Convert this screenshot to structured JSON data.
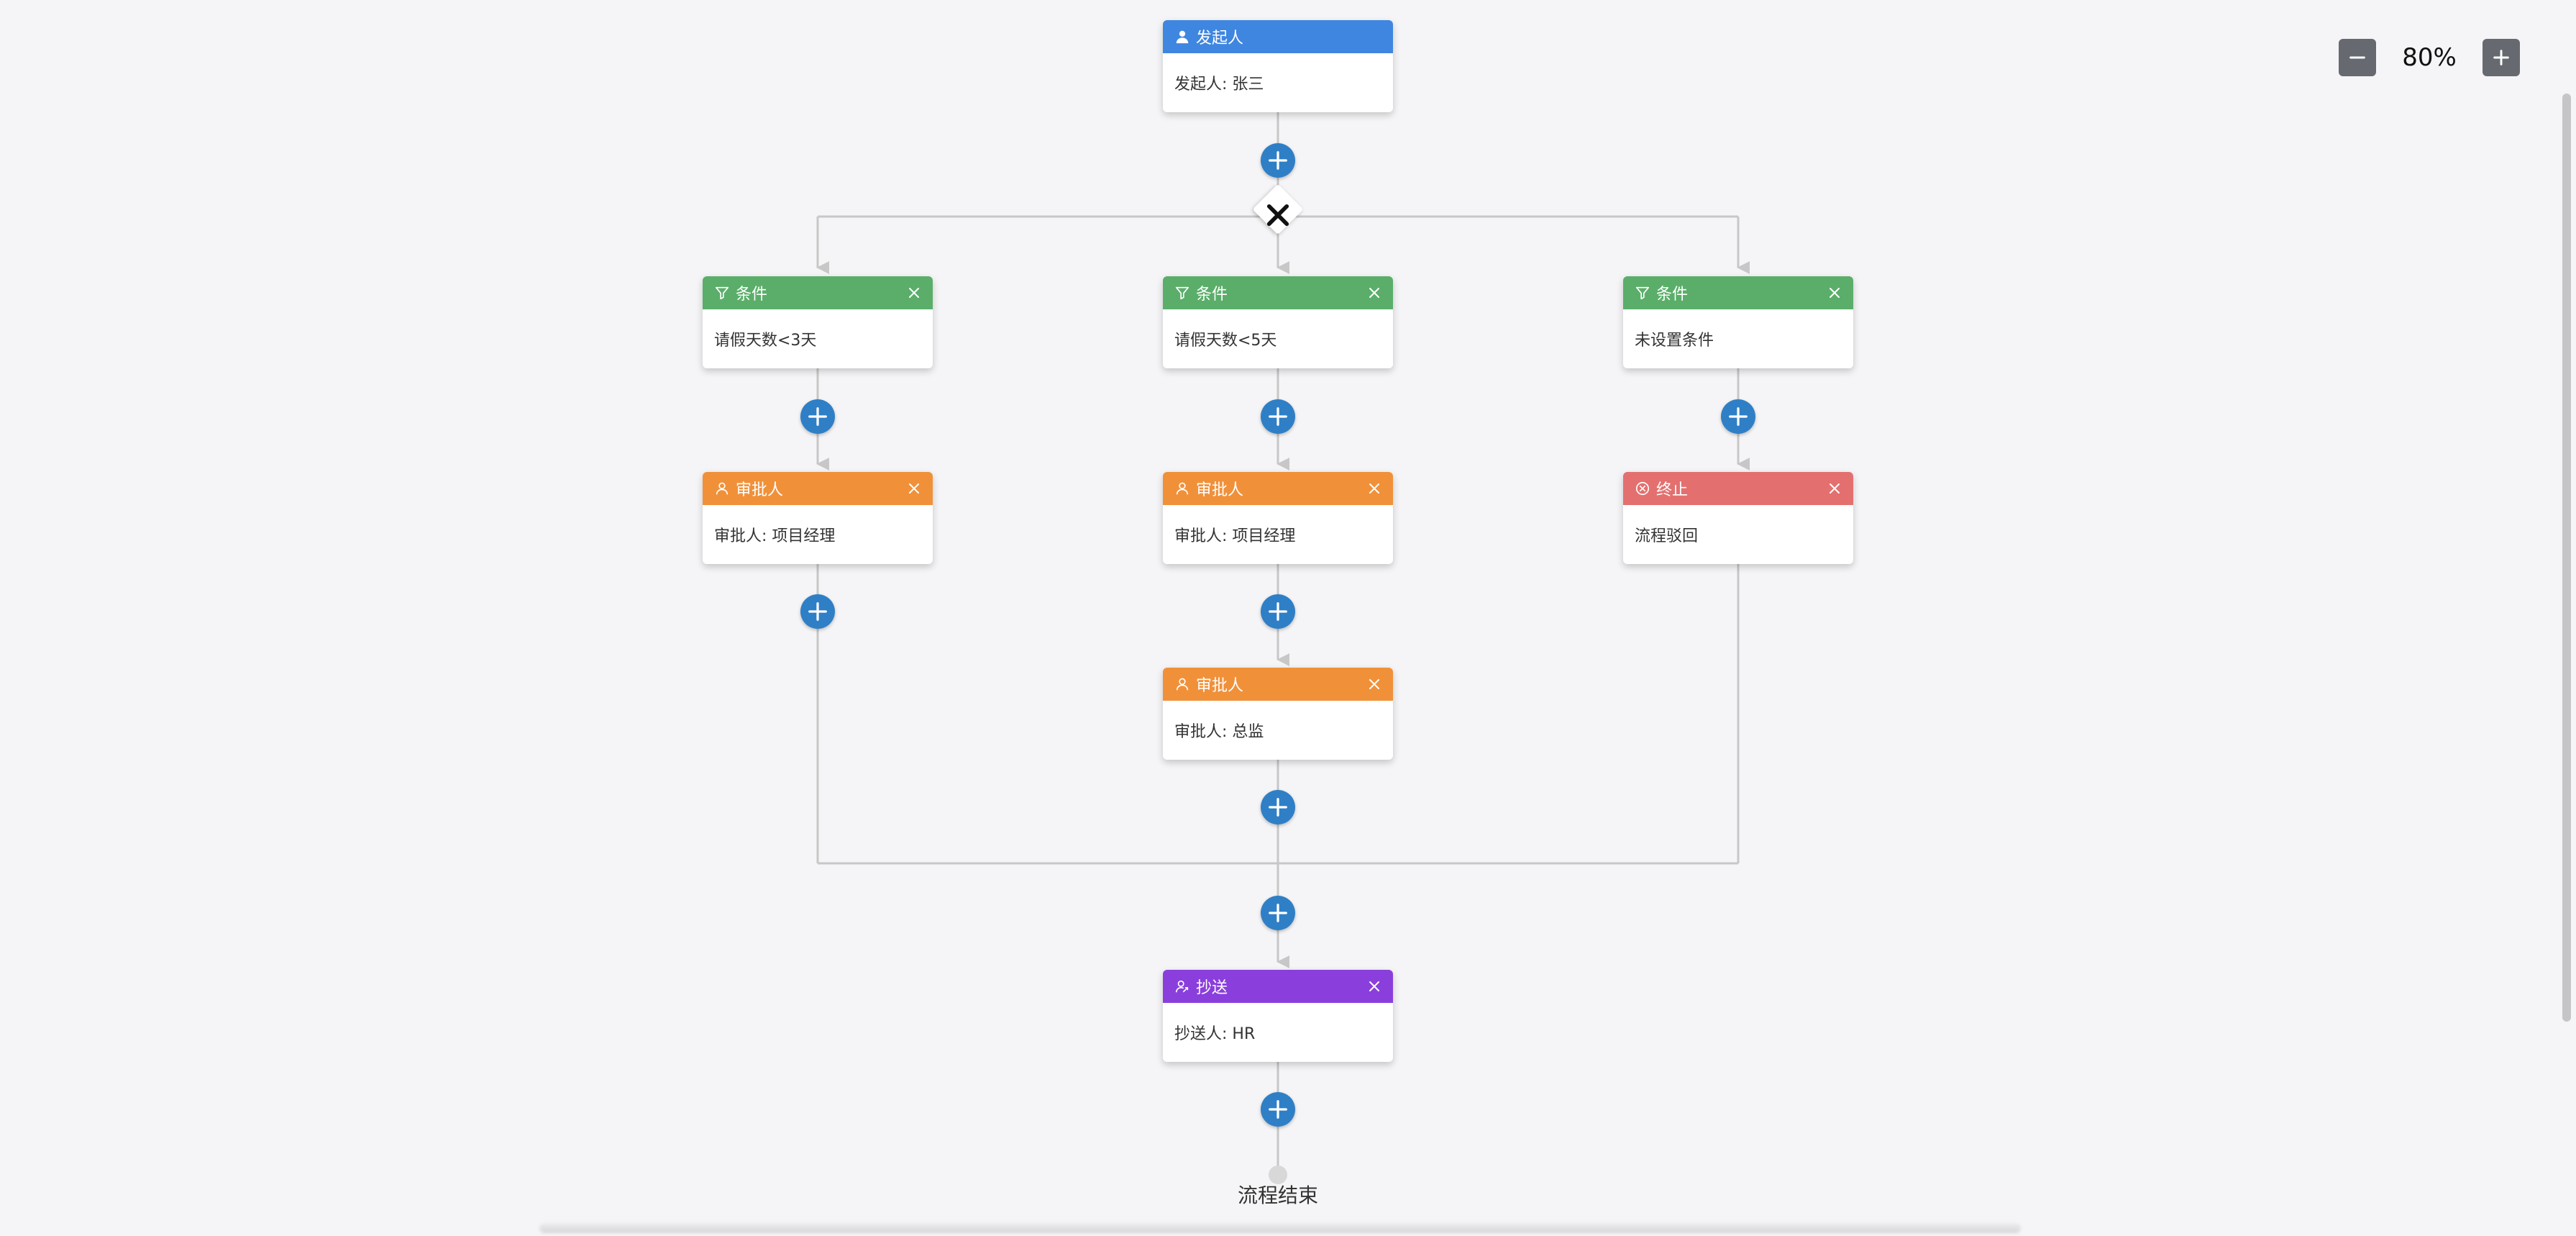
{
  "zoom": {
    "level": "80%",
    "zoom_out_icon": "minus-icon",
    "zoom_in_icon": "plus-icon"
  },
  "colors": {
    "start": "#3f86e0",
    "condition": "#5bae6a",
    "approver": "#f0913a",
    "terminate": "#e3706f",
    "cc": "#8a3fdc",
    "add_button": "#2f7fc6",
    "connector": "#c7c7c7"
  },
  "start_node": {
    "title": "发起人",
    "body": "发起人: 张三",
    "icon": "user-icon"
  },
  "gateway": {
    "icon": "close-icon"
  },
  "branches": [
    {
      "condition": {
        "title": "条件",
        "body": "请假天数<3天",
        "icon": "filter-icon"
      },
      "steps": [
        {
          "type": "approver",
          "title": "审批人",
          "body": "审批人: 项目经理",
          "icon": "user-outline-icon"
        }
      ]
    },
    {
      "condition": {
        "title": "条件",
        "body": "请假天数<5天",
        "icon": "filter-icon"
      },
      "steps": [
        {
          "type": "approver",
          "title": "审批人",
          "body": "审批人: 项目经理",
          "icon": "user-outline-icon"
        },
        {
          "type": "approver",
          "title": "审批人",
          "body": "审批人: 总监",
          "icon": "user-outline-icon"
        }
      ]
    },
    {
      "condition": {
        "title": "条件",
        "body": "未设置条件",
        "icon": "filter-icon"
      },
      "steps": [
        {
          "type": "terminate",
          "title": "终止",
          "body": "流程驳回",
          "icon": "circle-x-icon"
        }
      ]
    }
  ],
  "cc_node": {
    "title": "抄送",
    "body": "抄送人: HR",
    "icon": "user-cc-icon"
  },
  "end": {
    "label": "流程结束"
  }
}
